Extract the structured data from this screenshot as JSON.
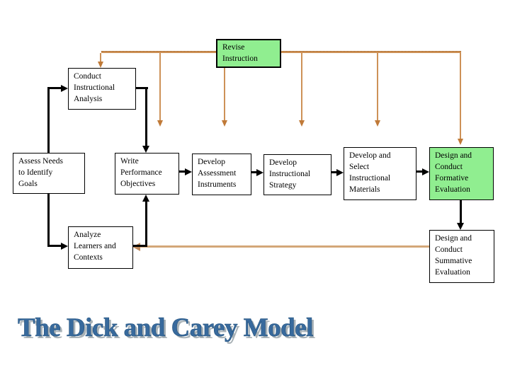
{
  "title": {
    "text": "The Dick and Carey Model",
    "color": "#386a9d",
    "shadow_color": "#a9b2b7"
  },
  "colors": {
    "highlight_green": "#90ee90",
    "flow_arrow_black": "#000000",
    "revise_line_orange": "#cd9157",
    "feedback_line_tan": "#d3a778",
    "background": "#ffffff"
  },
  "boxes": [
    {
      "id": "revise-instruction",
      "label": "Revise\nInstruction",
      "highlighted": true
    },
    {
      "id": "conduct-instructional-analysis",
      "label": "Conduct\nInstructional\nAnalysis",
      "highlighted": false
    },
    {
      "id": "assess-needs-to-identify-goals",
      "label": "Assess Needs\nto Identify\nGoals",
      "highlighted": false
    },
    {
      "id": "write-performance-objectives",
      "label": "Write\nPerformance\nObjectives",
      "highlighted": false
    },
    {
      "id": "develop-assessment-instruments",
      "label": "Develop\nAssessment\nInstruments",
      "highlighted": false
    },
    {
      "id": "develop-instructional-strategy",
      "label": "Develop\nInstructional\nStrategy",
      "highlighted": false
    },
    {
      "id": "develop-and-select-instructional-materials",
      "label": "Develop and\nSelect\nInstructional\nMaterials",
      "highlighted": false
    },
    {
      "id": "design-and-conduct-formative-evaluation",
      "label": "Design and\nConduct\nFormative\nEvaluation",
      "highlighted": true
    },
    {
      "id": "design-and-conduct-summative-evaluation",
      "label": "Design and\nConduct\nSummative\nEvaluation",
      "highlighted": false
    },
    {
      "id": "analyze-learners-and-contexts",
      "label": "Analyze\nLearners and\nContexts",
      "highlighted": false
    }
  ],
  "edges": [
    {
      "from": "assess-needs-to-identify-goals",
      "to": "conduct-instructional-analysis",
      "style": "black"
    },
    {
      "from": "conduct-instructional-analysis",
      "to": "write-performance-objectives",
      "style": "black"
    },
    {
      "from": "assess-needs-to-identify-goals",
      "to": "analyze-learners-and-contexts",
      "style": "black"
    },
    {
      "from": "analyze-learners-and-contexts",
      "to": "write-performance-objectives",
      "style": "black"
    },
    {
      "from": "write-performance-objectives",
      "to": "develop-assessment-instruments",
      "style": "black"
    },
    {
      "from": "develop-assessment-instruments",
      "to": "develop-instructional-strategy",
      "style": "black"
    },
    {
      "from": "develop-instructional-strategy",
      "to": "develop-and-select-instructional-materials",
      "style": "black"
    },
    {
      "from": "develop-and-select-instructional-materials",
      "to": "design-and-conduct-formative-evaluation",
      "style": "black"
    },
    {
      "from": "design-and-conduct-formative-evaluation",
      "to": "design-and-conduct-summative-evaluation",
      "style": "black"
    },
    {
      "from": "revise-instruction",
      "to": "conduct-instructional-analysis",
      "style": "orange"
    },
    {
      "from": "revise-instruction",
      "to": "write-performance-objectives",
      "style": "orange"
    },
    {
      "from": "revise-instruction",
      "to": "develop-assessment-instruments",
      "style": "orange"
    },
    {
      "from": "revise-instruction",
      "to": "develop-instructional-strategy",
      "style": "orange"
    },
    {
      "from": "revise-instruction",
      "to": "develop-and-select-instructional-materials",
      "style": "orange"
    },
    {
      "from": "revise-instruction",
      "to": "design-and-conduct-formative-evaluation",
      "style": "orange"
    },
    {
      "from": "design-and-conduct-summative-evaluation",
      "to": "analyze-learners-and-contexts",
      "style": "tan"
    }
  ]
}
